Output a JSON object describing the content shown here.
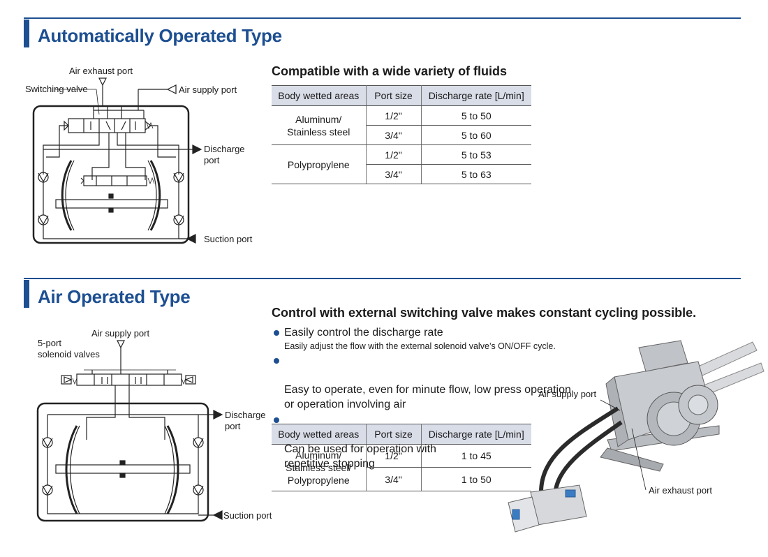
{
  "section1": {
    "title": "Automatically Operated Type",
    "subheading": "Compatible with a wide variety of fluids",
    "diagram_labels": {
      "air_exhaust_port": "Air exhaust port",
      "switching_valve": "Switching valve",
      "air_supply_port": "Air supply port",
      "discharge_port": "Discharge\nport",
      "suction_port": "Suction port"
    },
    "table": {
      "headers": [
        "Body wetted areas",
        "Port size",
        "Discharge rate [L/min]"
      ],
      "groups": [
        {
          "material": "Aluminum/\nStainless steel",
          "rows": [
            {
              "port": "1/2\"",
              "rate": "5 to 50"
            },
            {
              "port": "3/4\"",
              "rate": "5 to 60"
            }
          ]
        },
        {
          "material": "Polypropylene",
          "rows": [
            {
              "port": "1/2\"",
              "rate": "5 to 53"
            },
            {
              "port": "3/4\"",
              "rate": "5 to 63"
            }
          ]
        }
      ]
    }
  },
  "section2": {
    "title": "Air Operated Type",
    "subheading": "Control with external switching valve makes constant cycling possible.",
    "diagram_labels": {
      "air_supply_port": "Air supply port",
      "solenoid_valves": "5-port\nsolenoid valves",
      "discharge_port": "Discharge\nport",
      "suction_port": "Suction port"
    },
    "bullets": [
      {
        "text": "Easily control the discharge rate",
        "sub": "Easily adjust the flow with the external solenoid valve’s ON/OFF cycle."
      },
      {
        "text": "Easy to operate, even for minute flow, low press operation\nor operation involving air",
        "sub": ""
      },
      {
        "text": "Can be used for operation with\nrepetitive stopping",
        "sub": ""
      }
    ],
    "table": {
      "headers": [
        "Body wetted areas",
        "Port size",
        "Discharge rate [L/min]"
      ],
      "groups": [
        {
          "material": "Aluminum/\nStainless steel/\nPolypropylene",
          "rows": [
            {
              "port": "1/2\"",
              "rate": "1 to 45"
            },
            {
              "port": "3/4\"",
              "rate": "1 to 50"
            }
          ]
        }
      ]
    },
    "photo_labels": {
      "air_supply_port": "Air supply port",
      "air_exhaust_port": "Air exhaust port"
    }
  },
  "colors": {
    "brand": "#1d4f91",
    "table_header": "#d9dde8"
  }
}
